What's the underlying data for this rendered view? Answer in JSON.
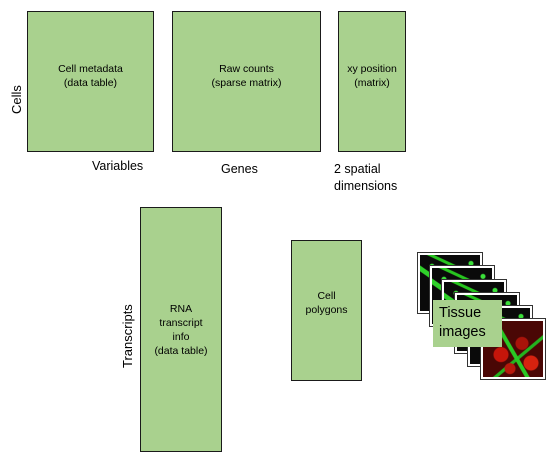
{
  "axes": {
    "cells": "Cells",
    "transcripts": "Transcripts"
  },
  "boxes": {
    "cell_metadata": "Cell metadata\n(data table)",
    "raw_counts": "Raw counts\n(sparse matrix)",
    "xy_position": "xy position\n(matrix)",
    "rna_transcript": "RNA\ntranscript\ninfo\n(data table)",
    "cell_polygons": "Cell\npolygons"
  },
  "labels": {
    "variables": "Variables",
    "genes": "Genes",
    "spatial": "2 spatial\ndimensions"
  },
  "tissue": {
    "label": "Tissue\nimages",
    "tile_count": 6
  },
  "colors": {
    "box_fill": "#a9d18e",
    "box_border": "#1a1a1a"
  }
}
